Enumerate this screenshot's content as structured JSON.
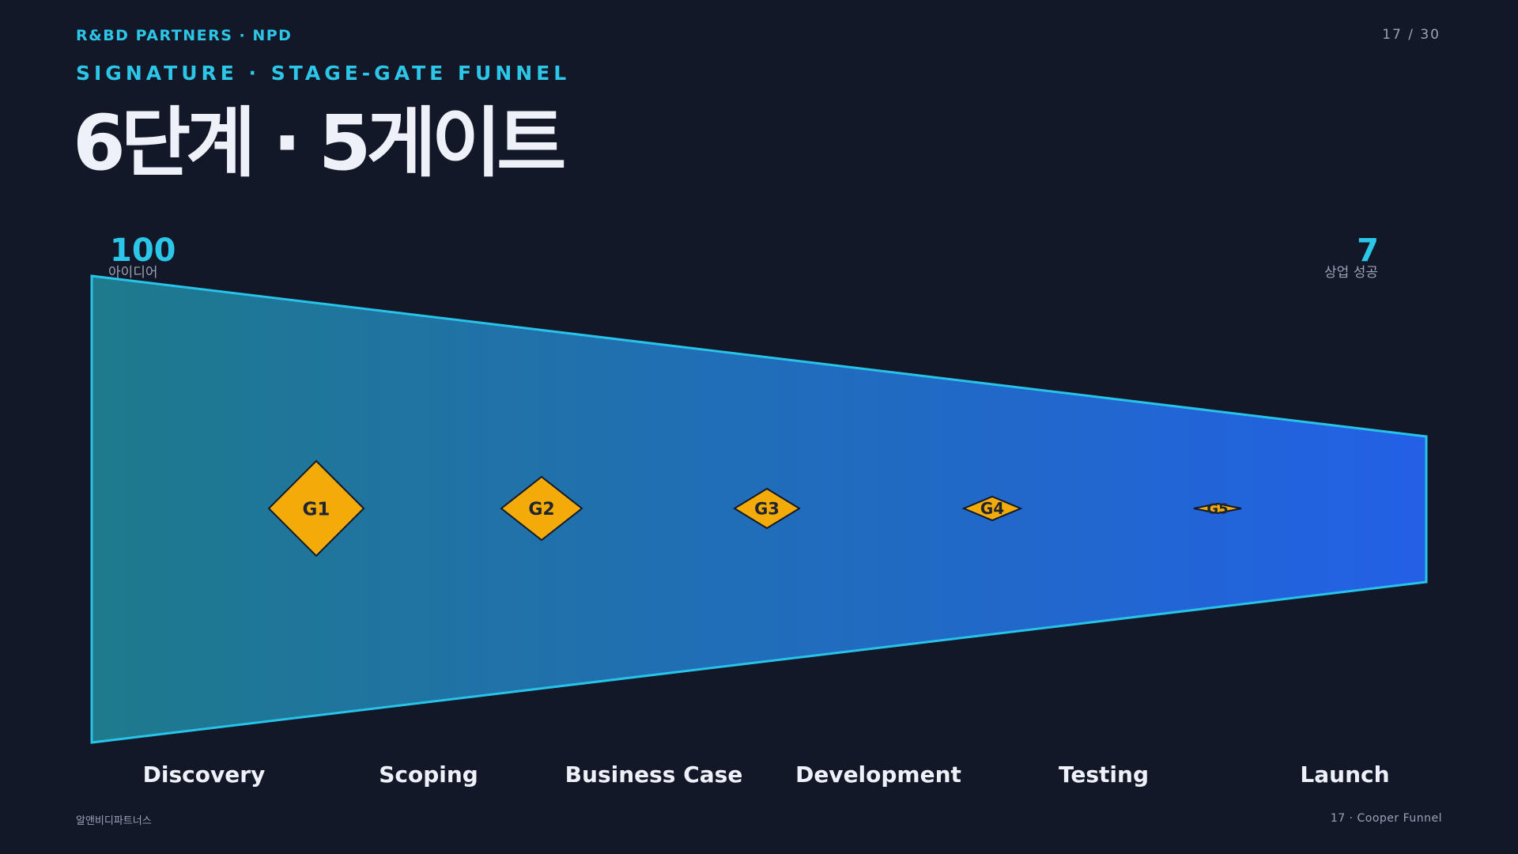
{
  "header": {
    "kicker": "R&BD PARTNERS · NPD",
    "page_number": "17 / 30",
    "subtitle": "SIGNATURE · STAGE-GATE FUNNEL",
    "title": "6단계 · 5게이트"
  },
  "funnel": {
    "start": {
      "value": "100",
      "label": "아이디어"
    },
    "end": {
      "value": "7",
      "label": "상업 성공"
    },
    "gates": [
      "G1",
      "G2",
      "G3",
      "G4",
      "G5"
    ],
    "stages": [
      "Discovery",
      "Scoping",
      "Business Case",
      "Development",
      "Testing",
      "Launch"
    ],
    "colors": {
      "fill_start": "#1e7a8c",
      "fill_end": "#2360e6",
      "outline": "#27c3e8",
      "gate_fill": "#f3ab0a",
      "gate_stroke": "#121828",
      "gate_text": "#1f2430",
      "accent_value": "#2cc7e8",
      "stage_text": "#eef1f8",
      "muted": "#9aa3b6"
    }
  },
  "footer": {
    "company": "알앤비디파트너스",
    "slide_label": "17 · Cooper Funnel"
  }
}
